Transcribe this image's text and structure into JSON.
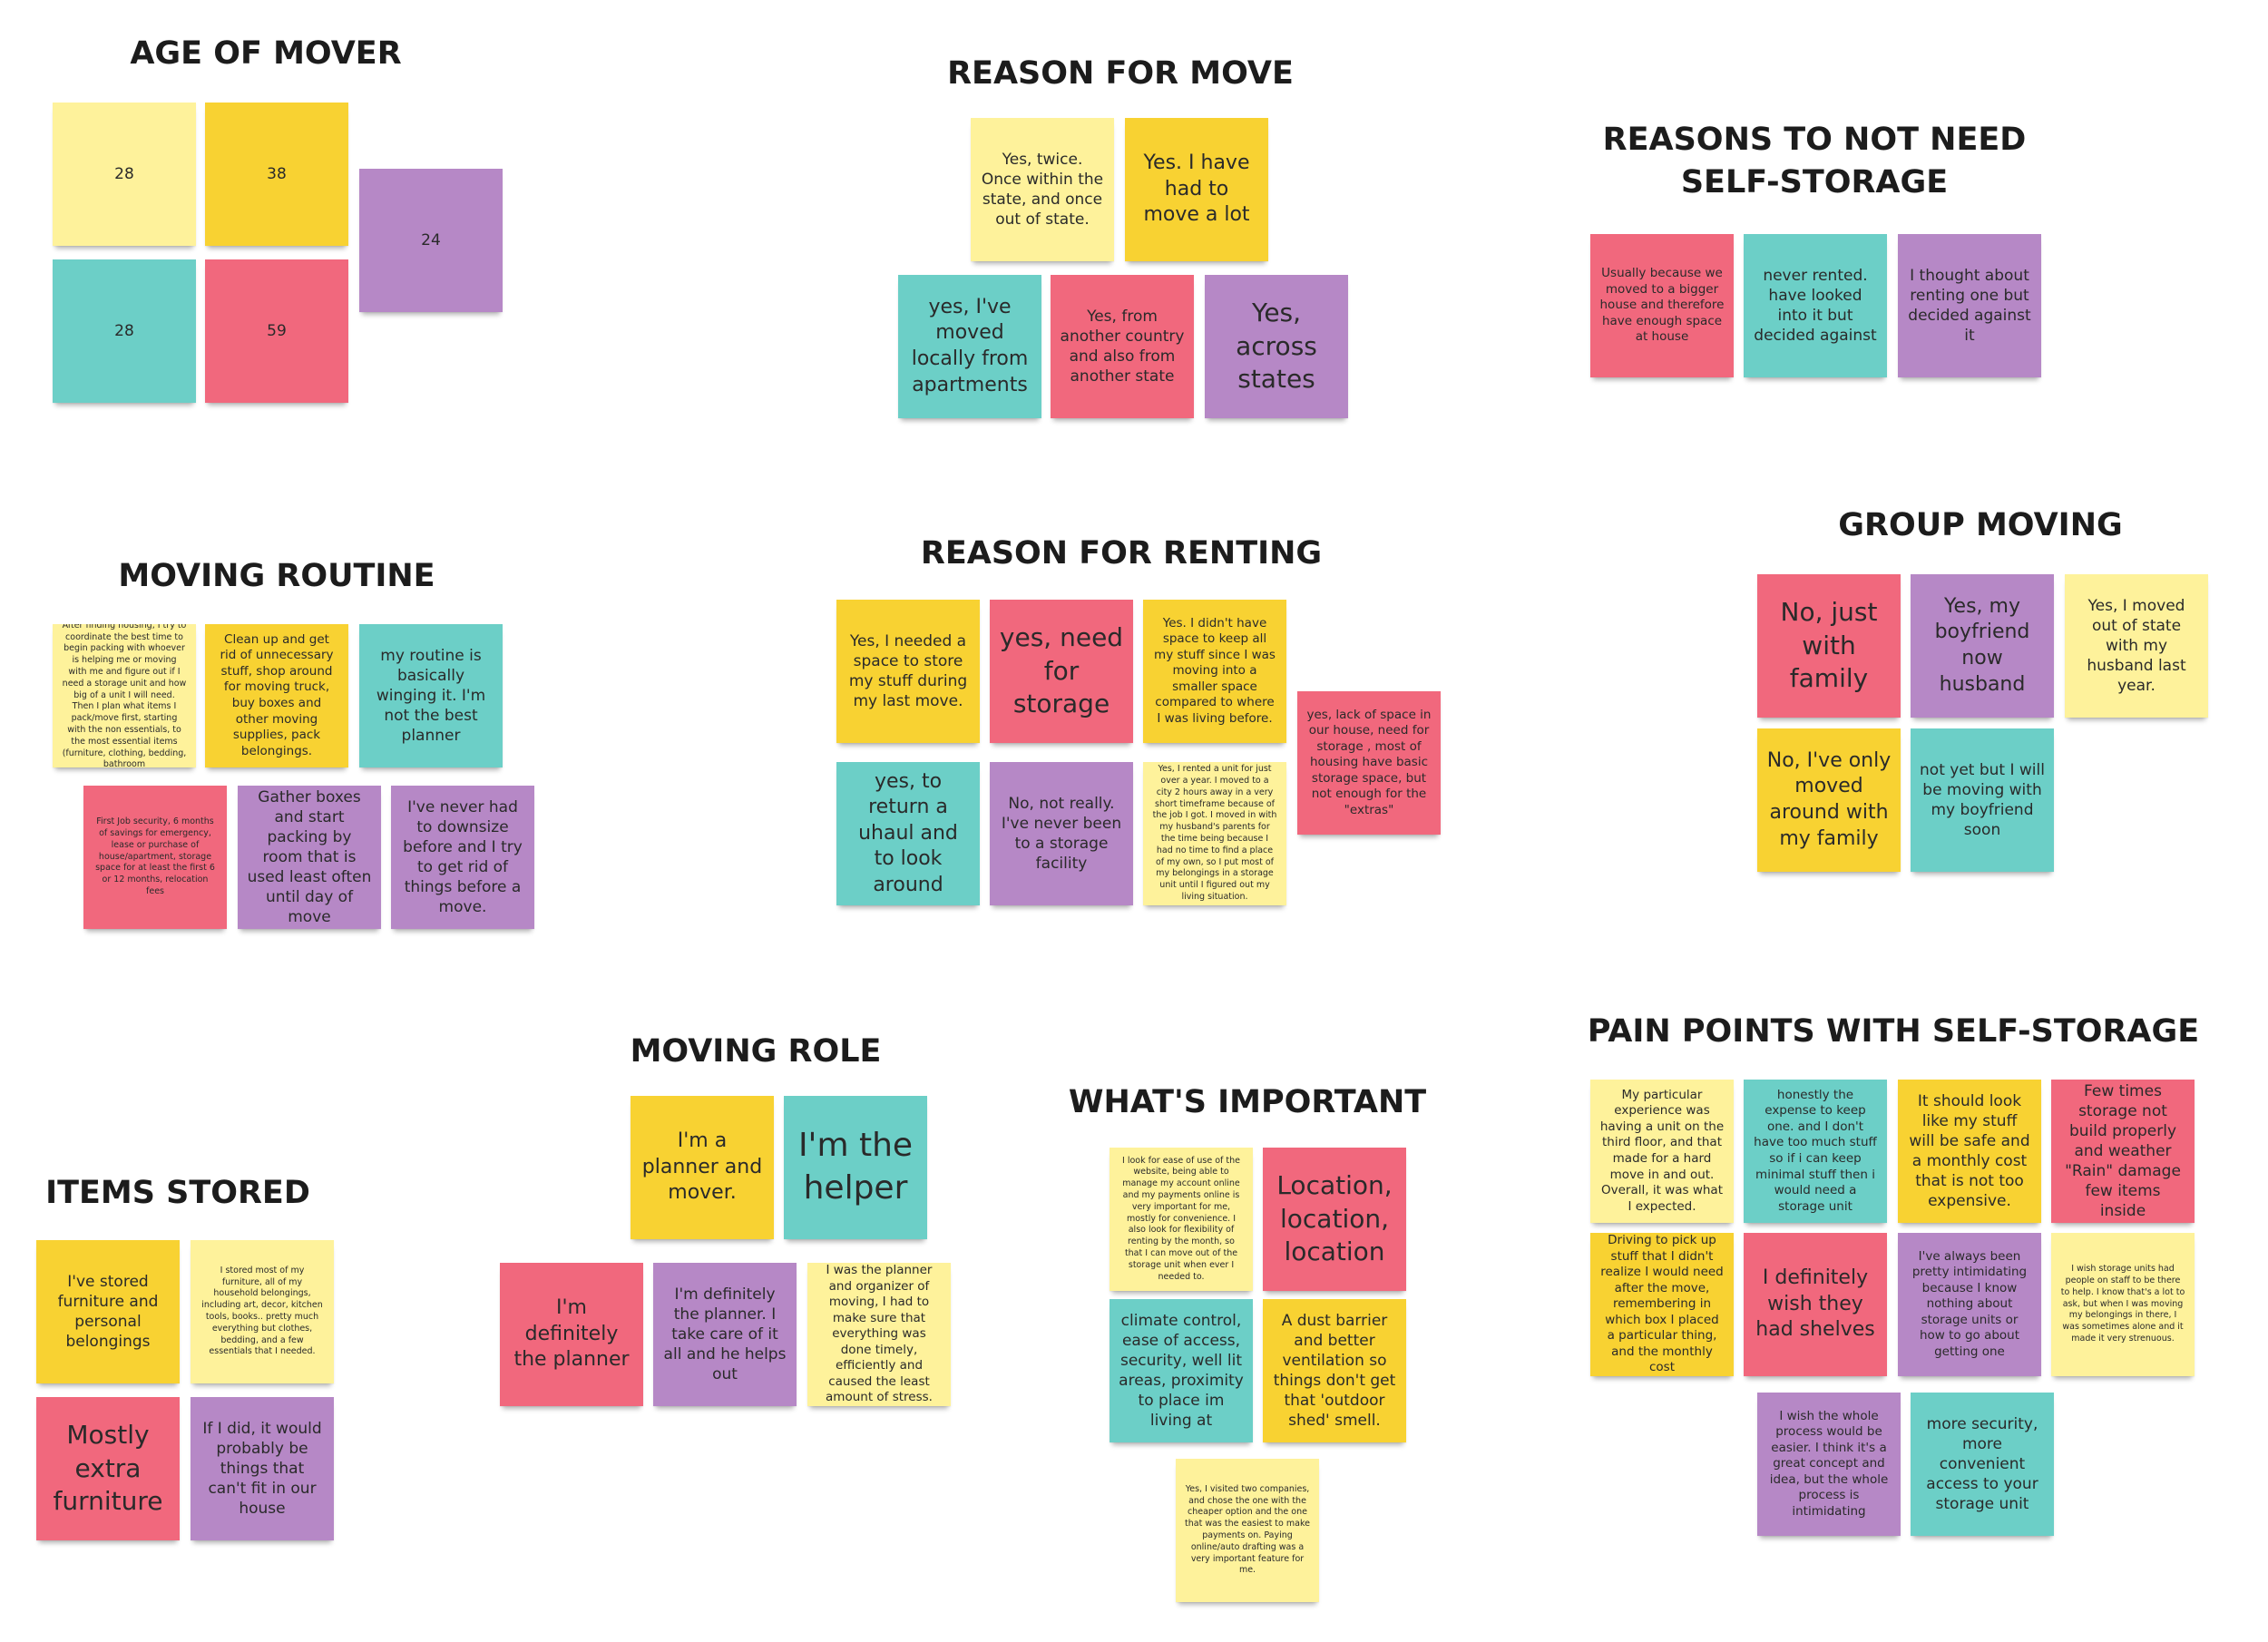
{
  "titles": {
    "age": "AGE OF MOVER",
    "reason_move": "REASON FOR MOVE",
    "no_storage_line1": "REASONS TO NOT NEED",
    "no_storage_line2": "SELF-STORAGE",
    "routine": "MOVING ROUTINE",
    "renting": "REASON FOR RENTING",
    "group": "GROUP MOVING",
    "role": "MOVING ROLE",
    "important": "WHAT'S IMPORTANT",
    "pain": "PAIN POINTS WITH SELF-STORAGE",
    "items": "ITEMS STORED"
  },
  "colors": {
    "yellow": "#fef29b",
    "gold": "#f8d232",
    "teal": "#6ccfc7",
    "pink": "#f1687d",
    "purple": "#b688c6"
  },
  "age": [
    "28",
    "38",
    "24",
    "28",
    "59"
  ],
  "reason_move": [
    "Yes, twice. Once within the state, and once out of state.",
    "Yes. I have had to move a lot",
    "yes, I've moved locally from apartments",
    "Yes, from another country and also from another state",
    "Yes, across states"
  ],
  "no_storage": [
    "Usually because we moved to a bigger house and therefore have enough space at house",
    "never rented. have looked into it but decided against",
    "I thought about renting one but decided against it"
  ],
  "routine": [
    "After finding housing, I try to coordinate the best time to begin packing with whoever is helping me or moving with me and figure out if I need a storage unit and how big of a unit I will need. Then I plan what items I pack/move first, starting with the non essentials, to the most essential items (furniture, clothing, bedding, bathroom",
    "Clean up and get rid of unnecessary stuff, shop around for moving truck, buy boxes and other moving supplies, pack belongings.",
    "my routine is basically winging it. I'm not the best planner",
    "First Job security, 6 months of savings for emergency, lease or purchase of house/apartment, storage space for at least the first 6 or 12 months, relocation fees",
    "Gather boxes and start packing by room that is used least often until day of move",
    "I've never had to downsize before and I try to get rid of things before a move."
  ],
  "renting": [
    "Yes, I needed a space to store my stuff during my last move.",
    "yes, need for storage",
    "Yes. I didn't have space to keep all my stuff since I was moving into a smaller space compared to where I was living before.",
    "yes, lack of space in our house, need for storage , most of housing have basic storage space, but not enough for the \"extras\"",
    "yes, to return a uhaul and to look around",
    "No, not really. I've never been to a storage facility",
    "Yes, I rented a unit for just over a year. I moved to a city 2 hours away in a very short timeframe because of the job I got. I moved in with my husband's parents for the time being because I had no time to find a place of my own, so I put most of my belongings in a storage unit until I figured out my living situation."
  ],
  "group": [
    "No, just with family",
    "Yes, my boyfriend now husband",
    "Yes, I moved out of state with my husband last year.",
    "No, I've only moved around with my family",
    "not yet but I will be moving with my boyfriend soon"
  ],
  "role": [
    "I'm a planner and mover.",
    "I'm the helper",
    "I'm definitely the planner",
    "I'm definitely the planner. I take care of it all and he helps out",
    "I was the planner and organizer of moving, I had to make sure that everything was done timely, efficiently and caused the least amount of stress."
  ],
  "important": [
    "I look for ease of use of the website, being able to manage my account online and my payments online is very important for me, mostly for convenience. I also look for flexibility of renting by the month, so that I can move out of the storage unit when ever I needed to.",
    "Location, location, location",
    "climate control, ease of access, security, well lit areas, proximity to place im living at",
    "A dust barrier and better ventilation so things don't get that 'outdoor shed' smell.",
    "Yes, I visited two companies, and chose the one with the cheaper option and the one that was the easiest to make payments on. Paying online/auto drafting was a very important feature for me."
  ],
  "pain": [
    "My particular experience was having a unit on the third floor, and that made for a hard move in and out. Overall, it was what I expected.",
    "honestly the expense to keep one. and I don't have too much stuff so if i can keep minimal stuff then i would need a storage unit",
    "It should look like my stuff will be safe and a monthly cost that is not too expensive.",
    "Few times storage not build properly and weather \"Rain\" damage few items inside",
    "Driving to pick up stuff that I didn't realize I would need after the move, remembering in which box I placed a particular thing, and the monthly cost",
    "I definitely wish they had shelves",
    "I've always been pretty intimidating because I know nothing about storage units or how to go about getting one",
    "I wish storage units had people on staff to be there to help. I know that's a lot to ask, but when I was moving my belongings in there, I was sometimes alone and it made it very strenuous.",
    "I wish the whole process would be easier. I think it's a great concept and idea, but the whole process is intimidating",
    "more security, more convenient access to your storage unit"
  ],
  "items": [
    "I've stored furniture and personal belongings",
    "I stored most of my furniture, all of my household belongings, including art, decor, kitchen tools, books.. pretty much everything but clothes, bedding, and a few essentials that I needed.",
    "Mostly extra furniture",
    "If I did, it would probably be things that can't fit in our house"
  ]
}
